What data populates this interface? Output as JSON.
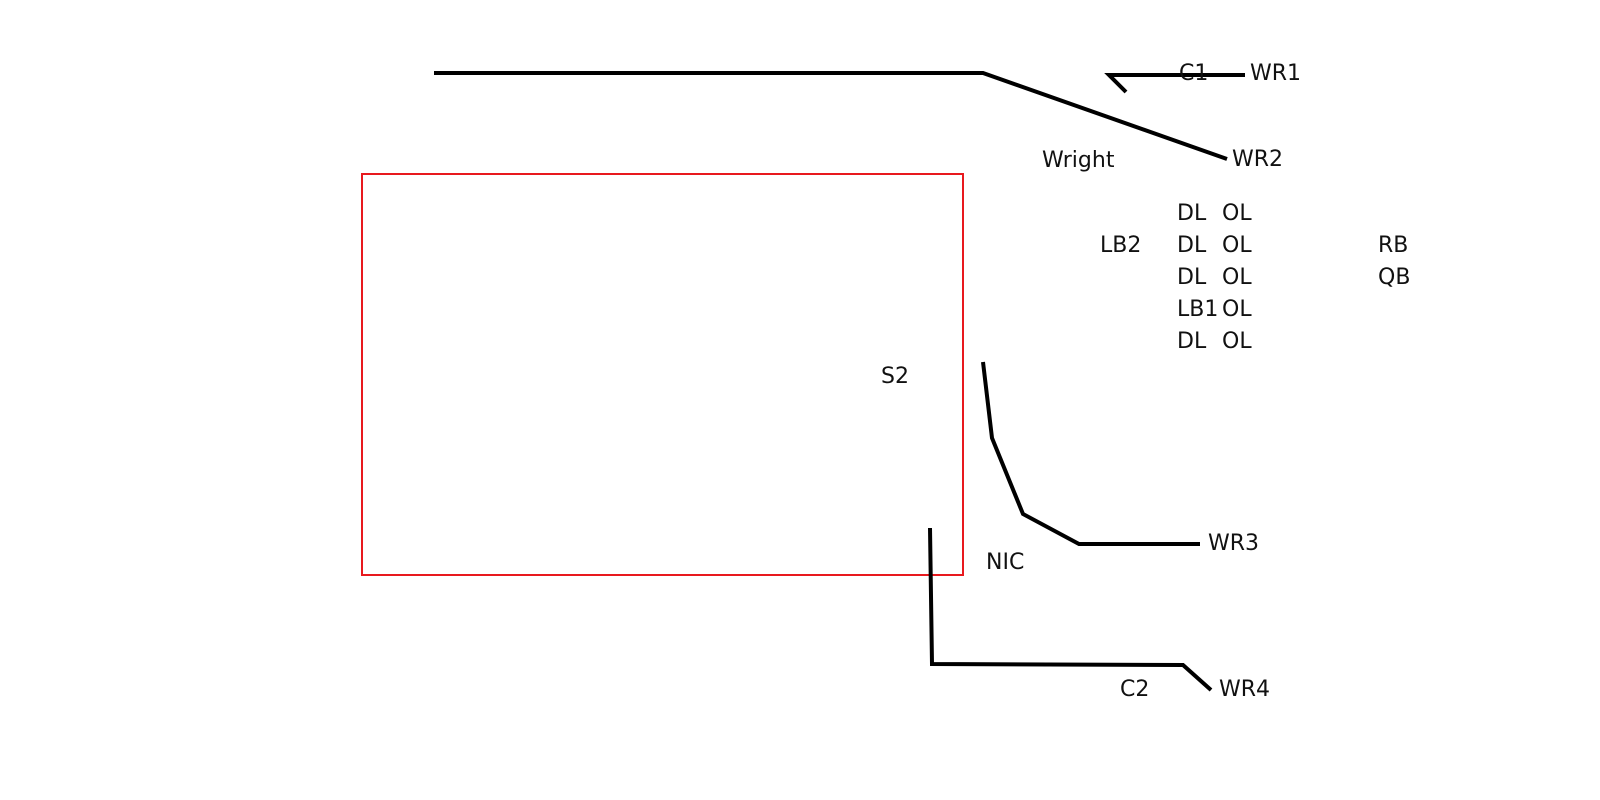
{
  "colors": {
    "line": "#000000",
    "zone": "#e8191e",
    "text": "#111111"
  },
  "routes": [
    {
      "name": "route-wr2",
      "label": "WR2"
    },
    {
      "name": "route-wr1",
      "label": "WR1"
    },
    {
      "name": "route-wr3",
      "label": "WR3"
    },
    {
      "name": "route-wr4",
      "label": "WR4"
    }
  ],
  "zone": {
    "name": "coverage-zone-rectangle",
    "color_key": "zone"
  },
  "labels": {
    "c1": "C1",
    "wr1": "WR1",
    "wright": "Wright",
    "wr2": "WR2",
    "dl_row1": "DL",
    "ol_row1": "OL",
    "lb2": "LB2",
    "dl_row2": "DL",
    "ol_row2": "OL",
    "rb": "RB",
    "dl_row3": "DL",
    "ol_row3": "OL",
    "qb": "QB",
    "lb1": "LB1",
    "ol_row4": "OL",
    "dl_row5": "DL",
    "ol_row5": "OL",
    "s2": "S2",
    "wr3": "WR3",
    "nic": "NIC",
    "c2": "C2",
    "wr4": "WR4"
  }
}
